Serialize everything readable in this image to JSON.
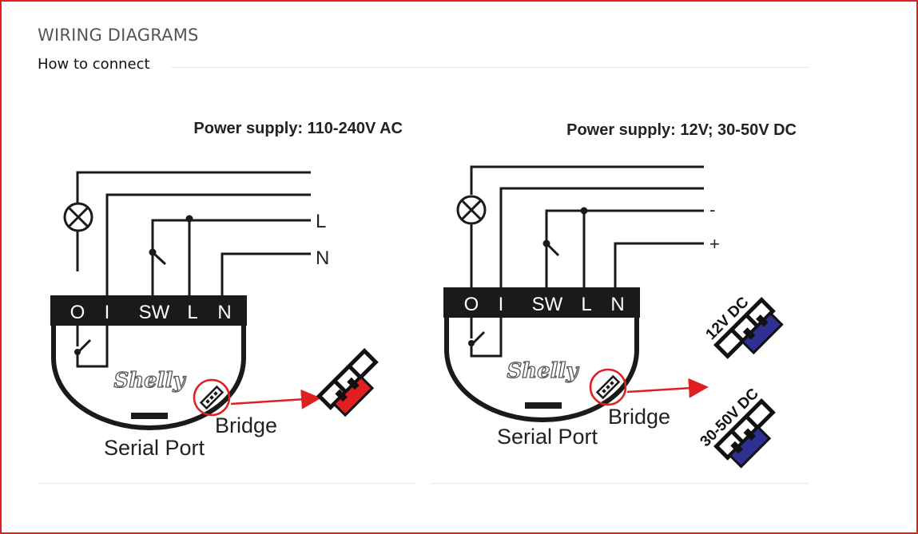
{
  "header": {
    "title": "WIRING DIAGRAMS",
    "subtitle": "How to connect"
  },
  "brand": "Shelly",
  "colors": {
    "frame": "#e02020",
    "wire": "#1a1a1a",
    "arrow": "#e02020",
    "bridge_ac": "#e02020",
    "bridge_dc": "#2e3192"
  },
  "ac_diagram": {
    "power_supply": "Power supply: 110-240V AC",
    "line_labels": [
      "L",
      "N"
    ],
    "terminals": [
      "O",
      "I",
      "SW",
      "L",
      "N"
    ],
    "serial_port_label": "Serial Port",
    "bridge_label": "Bridge"
  },
  "dc_diagram": {
    "power_supply": "Power supply: 12V; 30-50V DC",
    "line_labels": [
      "-",
      "+"
    ],
    "terminals": [
      "O",
      "I",
      "SW",
      "L",
      "N"
    ],
    "serial_port_label": "Serial Port",
    "bridge_label": "Bridge",
    "jumper_labels": [
      "12V DC",
      "30-50V DC"
    ]
  }
}
